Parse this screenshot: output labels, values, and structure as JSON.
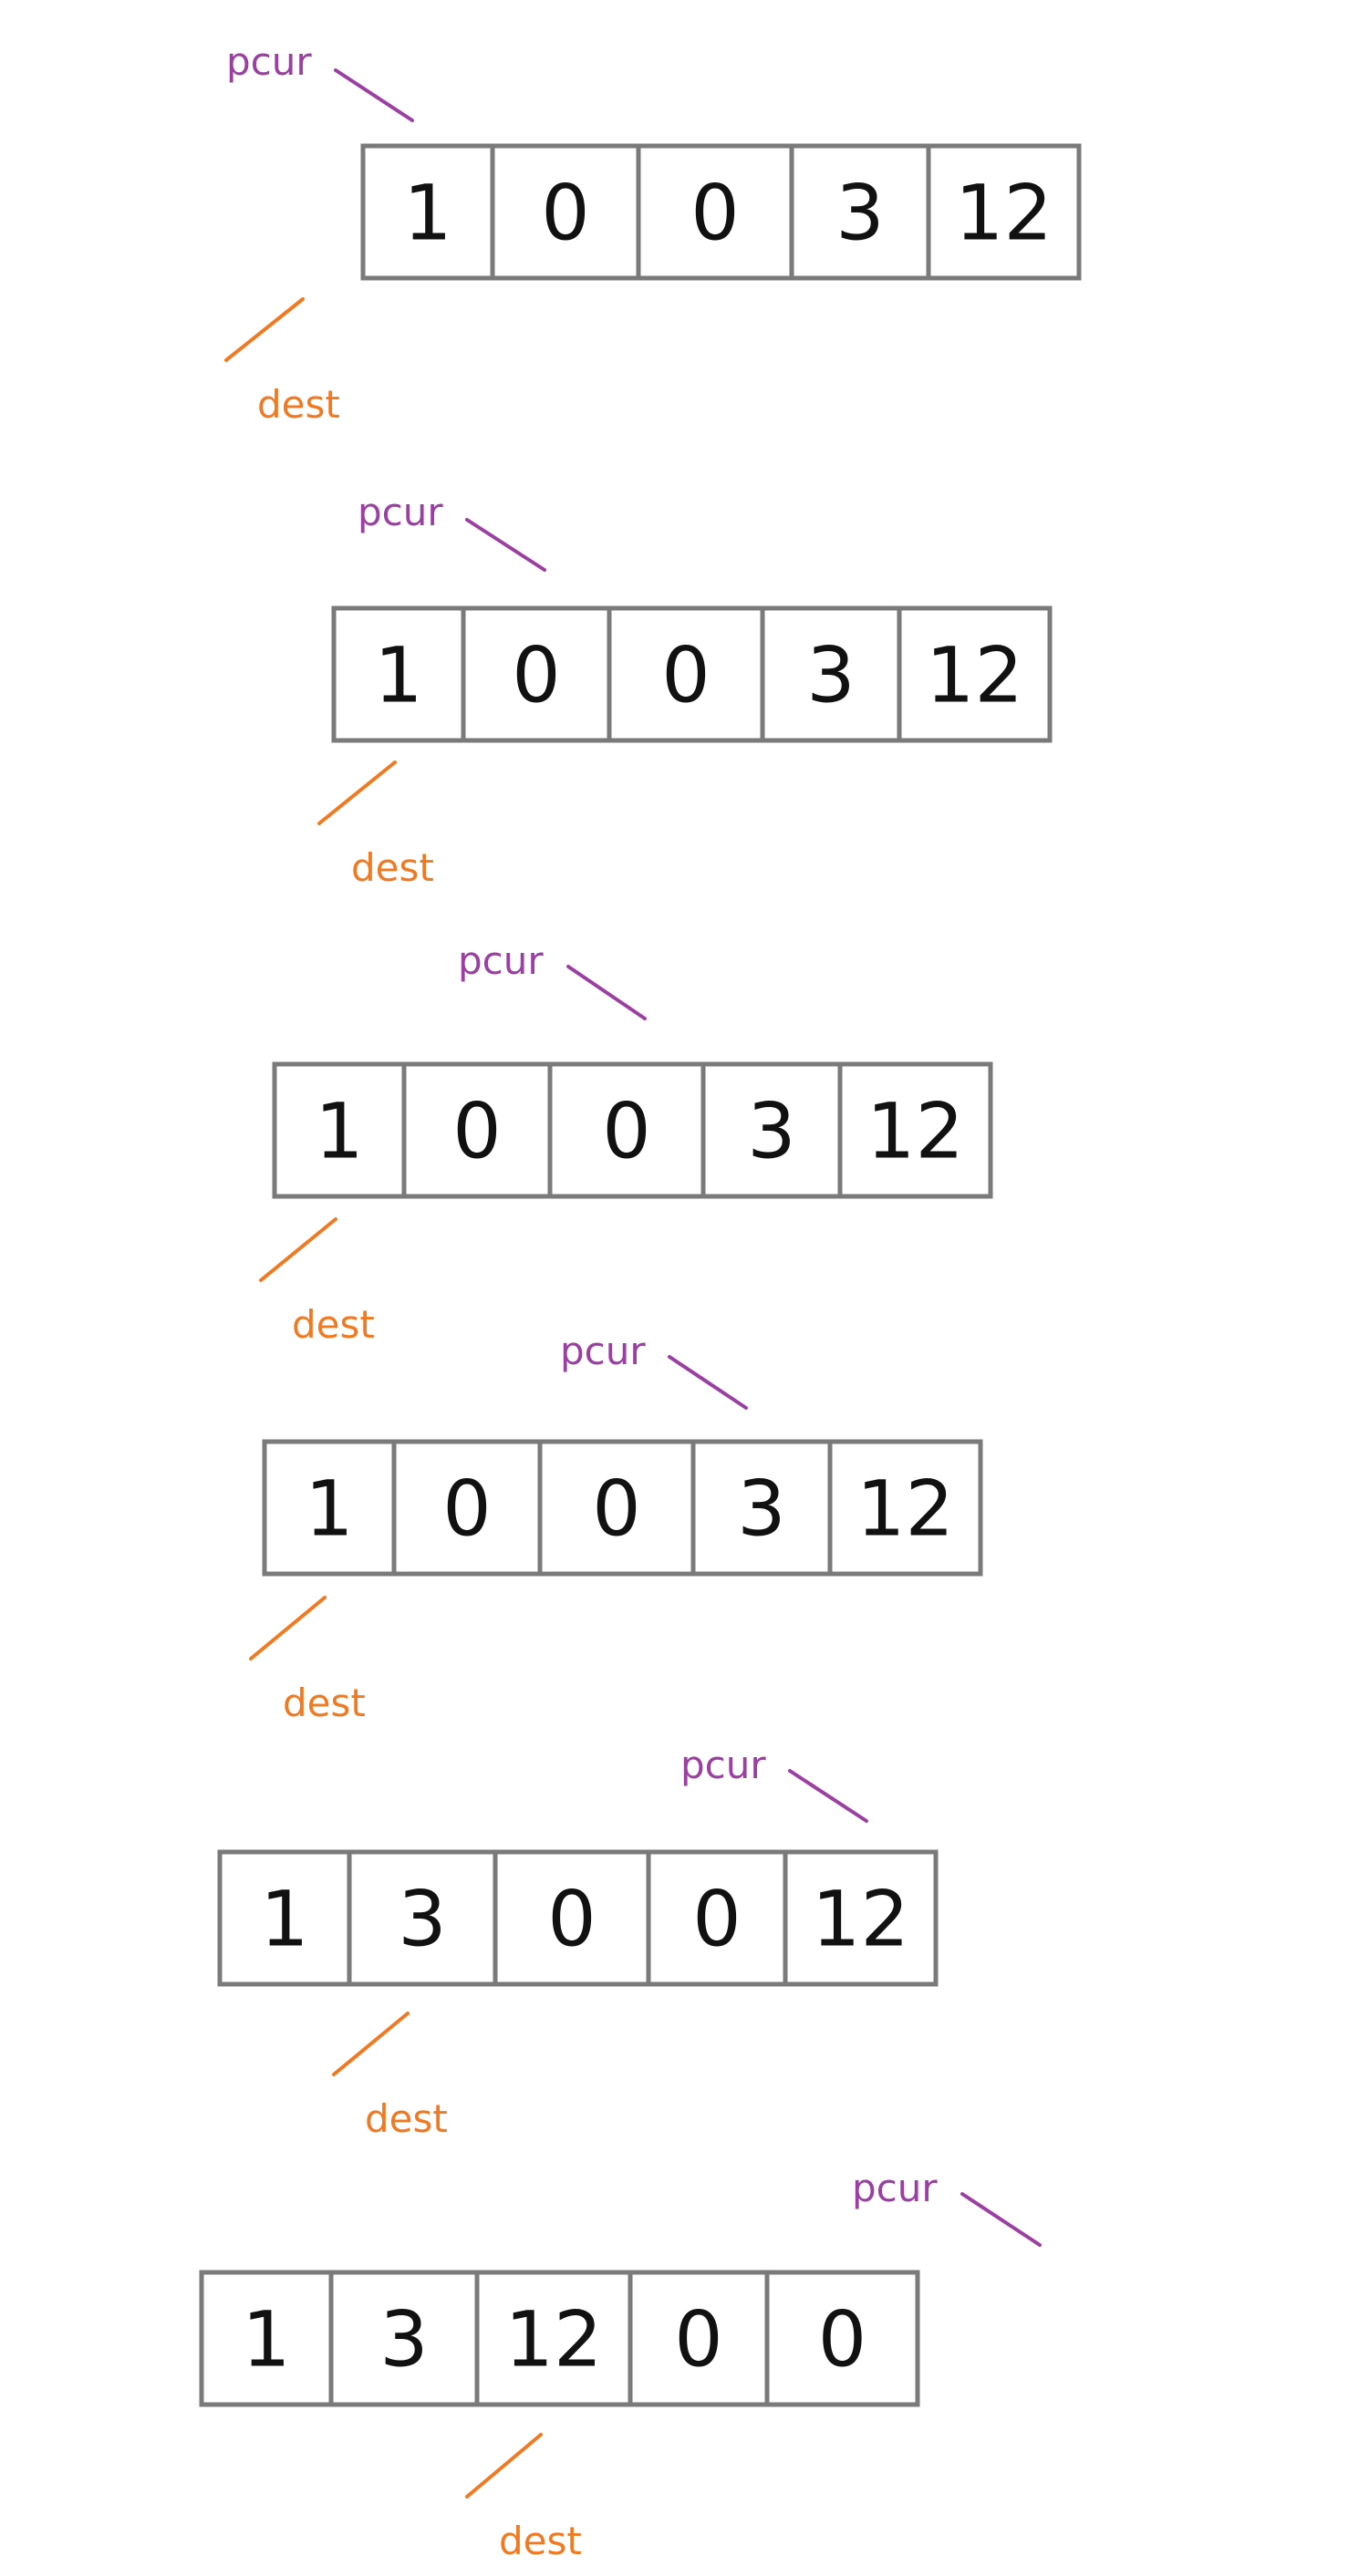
{
  "colors": {
    "pcur": "#9b3fa3",
    "dest": "#f07a22",
    "cell_border": "#7a7a7a",
    "text": "#111111"
  },
  "labels": {
    "pcur": "pcur",
    "dest": "dest"
  },
  "steps": [
    {
      "values": [
        "1",
        "0",
        "0",
        "3",
        "12"
      ]
    },
    {
      "values": [
        "1",
        "0",
        "0",
        "3",
        "12"
      ]
    },
    {
      "values": [
        "1",
        "0",
        "0",
        "3",
        "12"
      ]
    },
    {
      "values": [
        "1",
        "0",
        "0",
        "3",
        "12"
      ]
    },
    {
      "values": [
        "1",
        "3",
        "0",
        "0",
        "12"
      ]
    },
    {
      "values": [
        "1",
        "3",
        "12",
        "0",
        "0"
      ]
    }
  ]
}
